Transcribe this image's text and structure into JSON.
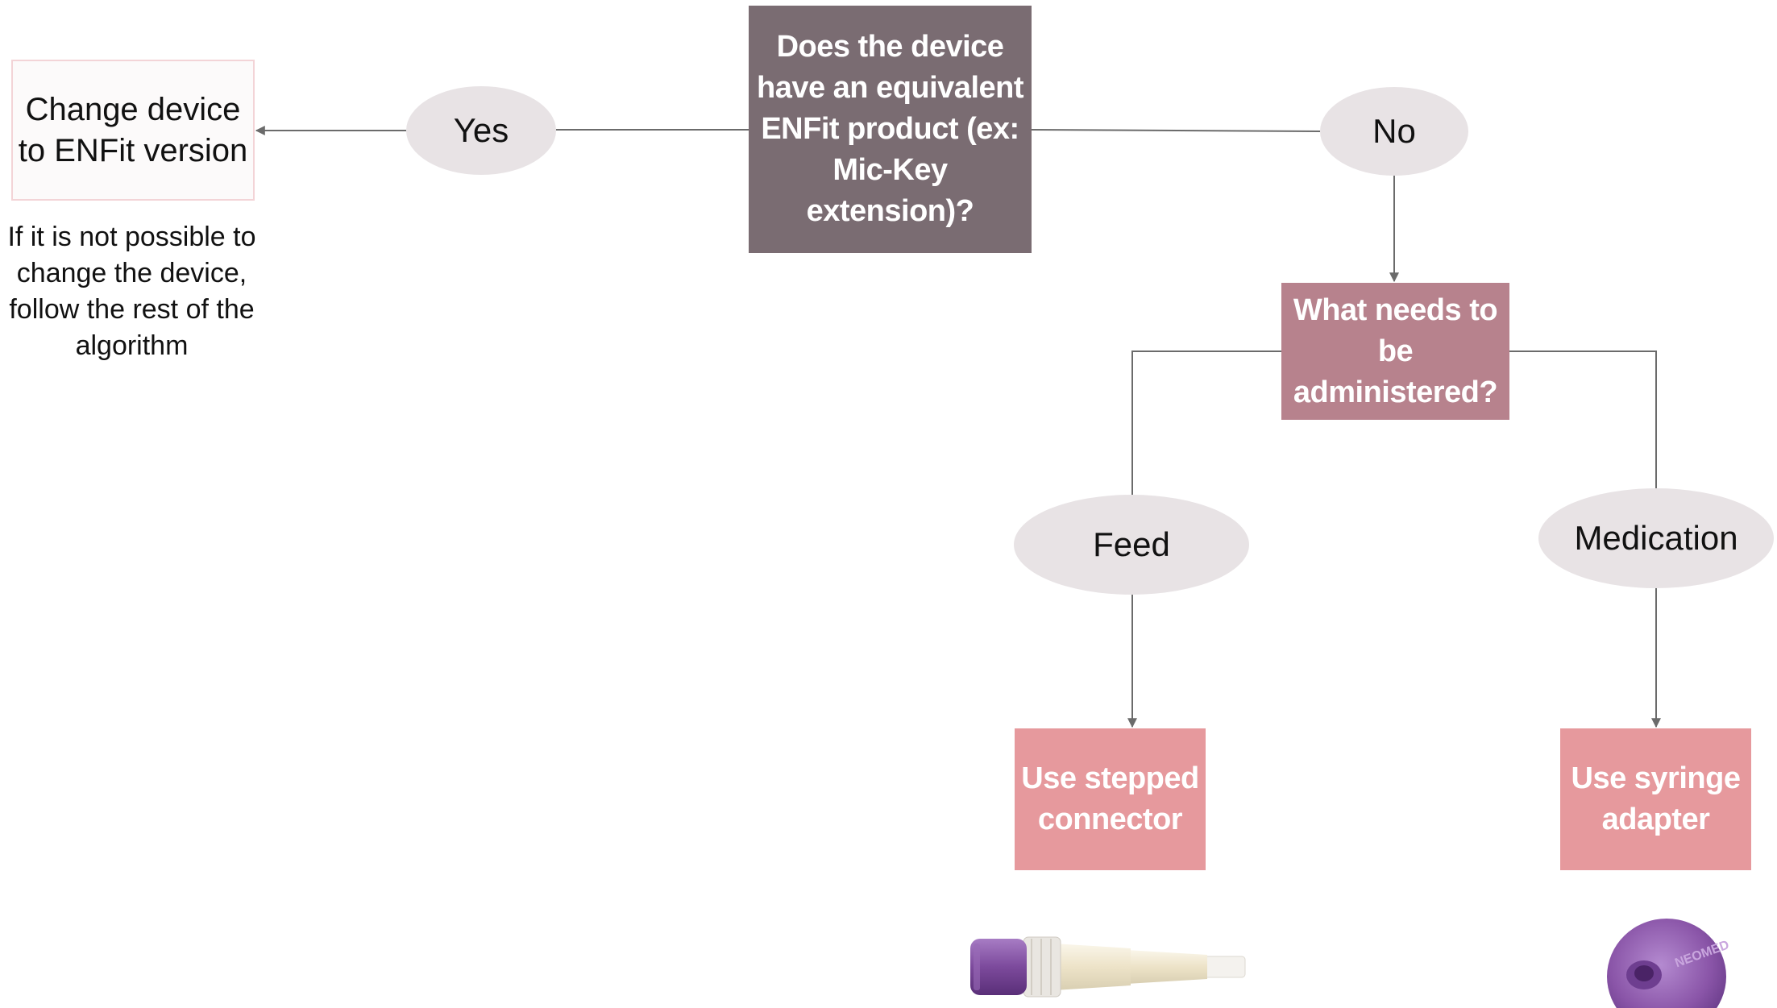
{
  "diagram": {
    "question_device": "Does the device have an equivalent ENFit product (ex: Mic-Key extension)?",
    "answer_yes": "Yes",
    "answer_no": "No",
    "action_change_device": "Change device to ENFit version",
    "note_change_device": "If it is not possible to change the device, follow the rest of the algorithm",
    "question_administer": "What needs to be administered?",
    "option_feed": "Feed",
    "option_medication": "Medication",
    "action_feed": "Use stepped connector",
    "action_medication": "Use syringe adapter",
    "adapter_brand_text": "NEOMED"
  },
  "colors": {
    "dark_box": "#7a6c72",
    "mid_box": "#b7828d",
    "light_box": "#e6999d",
    "ellipse": "#e8e3e5",
    "connector": "#6b6b6b",
    "device_purple": "#8a55a8",
    "connector_tube": "#f1ead8"
  },
  "images": {
    "feed": "stepped-connector-photo",
    "medication": "syringe-adapter-photo"
  }
}
